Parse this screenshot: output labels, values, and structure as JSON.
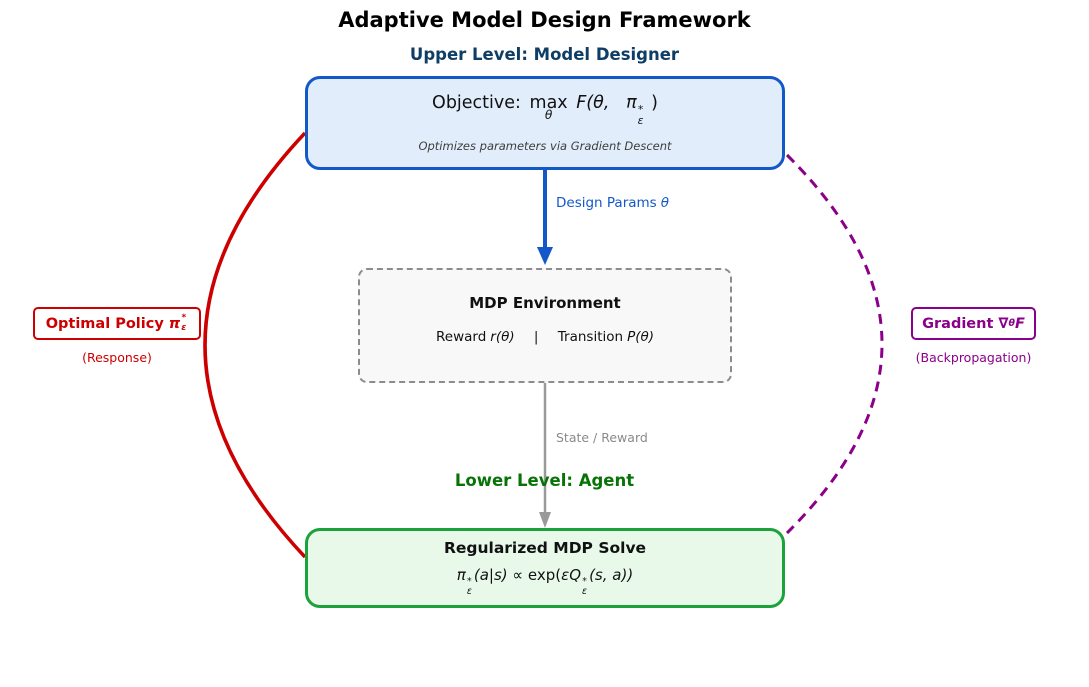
{
  "title": "Adaptive Model Design Framework",
  "upper_level_label": "Upper Level: Model Designer",
  "lower_level_label": "Lower Level: Agent",
  "colors": {
    "blue": "#1358c9",
    "blue_fill": "#e1edfb",
    "navy": "#0e3d66",
    "green_border": "#1ba23a",
    "green_fill": "#e8f9ea",
    "dark_green": "#077307",
    "red": "#cc0000",
    "purple": "#8b008b",
    "gray": "#8a8a8a"
  },
  "objective_box": {
    "prefix": "Objective:",
    "max_operator": "max",
    "max_under": "θ",
    "f_part": "F(θ,  ",
    "pi": "π",
    "pi_sup": "*",
    "pi_sub": "ε",
    "close_paren": ")",
    "note": "Optimizes parameters via Gradient Descent"
  },
  "design_params_arrow": {
    "label": "Design Params",
    "theta": "θ"
  },
  "mdp_box": {
    "title": "MDP Environment",
    "reward_label": "Reward",
    "reward_math": "r(θ)",
    "separator": "|",
    "transition_label": "Transition",
    "transition_math": "P(θ)"
  },
  "state_reward_arrow": {
    "label": "State / Reward"
  },
  "solve_box": {
    "title": "Regularized MDP Solve",
    "pi": "π",
    "pi_sup": "*",
    "pi_sub": "ε",
    "mid1": "(a|s)",
    "propto": "∝",
    "exp_open": "exp(",
    "eps_q": "εQ",
    "q_sup": "*",
    "q_sub": "ε",
    "end": "(s, a))"
  },
  "optimal_policy_label": {
    "text": "Optimal Policy",
    "pi": "π",
    "pi_sup": "*",
    "pi_sub": "ε",
    "subcaption": "(Response)"
  },
  "gradient_label": {
    "text": "Gradient",
    "nabla": "∇",
    "nabla_sub": "θ",
    "f": "F",
    "subcaption": "(Backpropagation)"
  }
}
